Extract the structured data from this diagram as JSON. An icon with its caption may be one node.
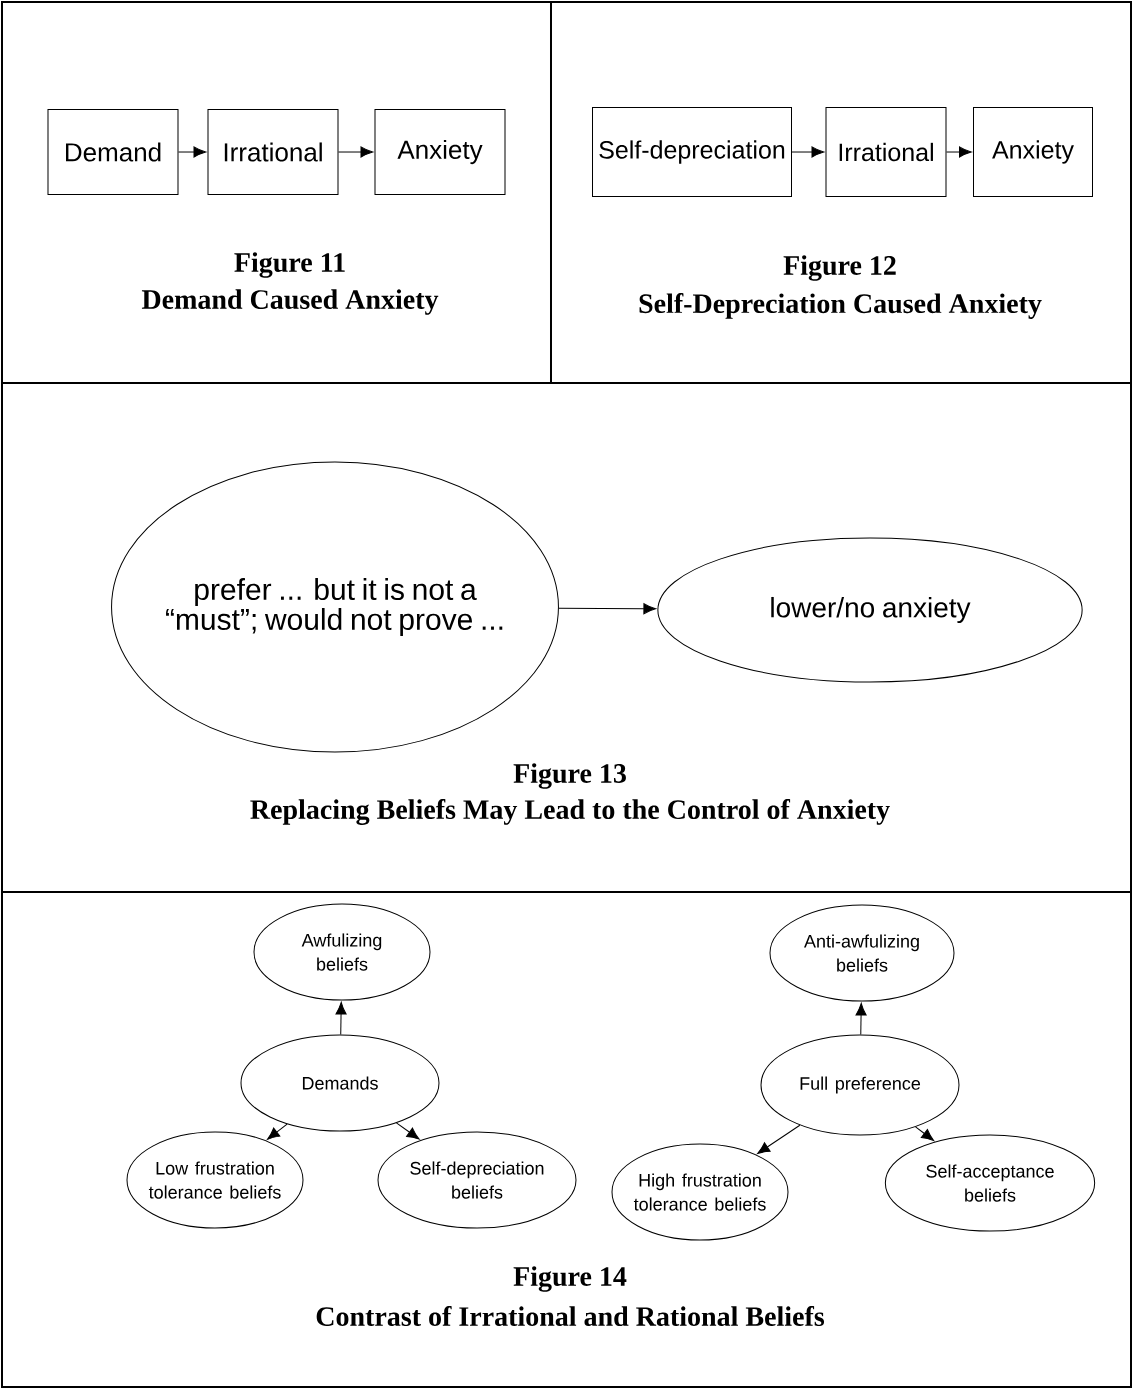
{
  "diagram": {
    "nodes": [
      {
        "text": [
          "Demand"
        ]
      },
      {
        "text": [
          "Irrational"
        ]
      },
      {
        "text": [
          "Anxiety"
        ]
      },
      {
        "text": [
          "Self-depreciation"
        ]
      },
      {
        "text": [
          "Irrational"
        ]
      },
      {
        "text": [
          "Anxiety"
        ]
      },
      {
        "text": [
          "prefer ... but it is not a “must”; would not prove ..."
        ]
      },
      {
        "text": [
          "lower/no anxiety"
        ]
      },
      {
        "text": [
          "Awfulizing beliefs"
        ]
      },
      {
        "text": [
          "Demands"
        ]
      },
      {
        "text": [
          "Low frustration tolerance beliefs"
        ]
      },
      {
        "text": [
          "Self-depreciation beliefs"
        ]
      },
      {
        "text": [
          "Anti-awfulizing beliefs"
        ]
      },
      {
        "text": [
          "Full preference"
        ]
      },
      {
        "text": [
          "High frustration tolerance beliefs"
        ]
      },
      {
        "text": [
          "Self-acceptance beliefs"
        ]
      }
    ],
    "edges": [
      {
        "from": 0,
        "to": 1,
        "arrow": "to"
      },
      {
        "from": 1,
        "to": 2,
        "arrow": "to"
      },
      {
        "from": 3,
        "to": 4,
        "arrow": "to"
      },
      {
        "from": 4,
        "to": 5,
        "arrow": "to"
      },
      {
        "from": 6,
        "to": 7,
        "arrow": "to"
      },
      {
        "from": 9,
        "to": 8,
        "arrow": "to"
      },
      {
        "from": 9,
        "to": 10,
        "arrow": "to"
      },
      {
        "from": 9,
        "to": 11,
        "arrow": "to"
      },
      {
        "from": 13,
        "to": 12,
        "arrow": "to"
      },
      {
        "from": 13,
        "to": 14,
        "arrow": "to"
      },
      {
        "from": 13,
        "to": 15,
        "arrow": "to"
      }
    ],
    "labels": [
      "Figure 11",
      "Demand Caused Anxiety",
      "Figure 12",
      "Self-Depreciation Caused Anxiety",
      "Figure 13",
      "Replacing Beliefs May Lead to the Control of Anxiety",
      "Figure 14",
      "Contrast of Irrational and Rational Beliefs"
    ]
  }
}
